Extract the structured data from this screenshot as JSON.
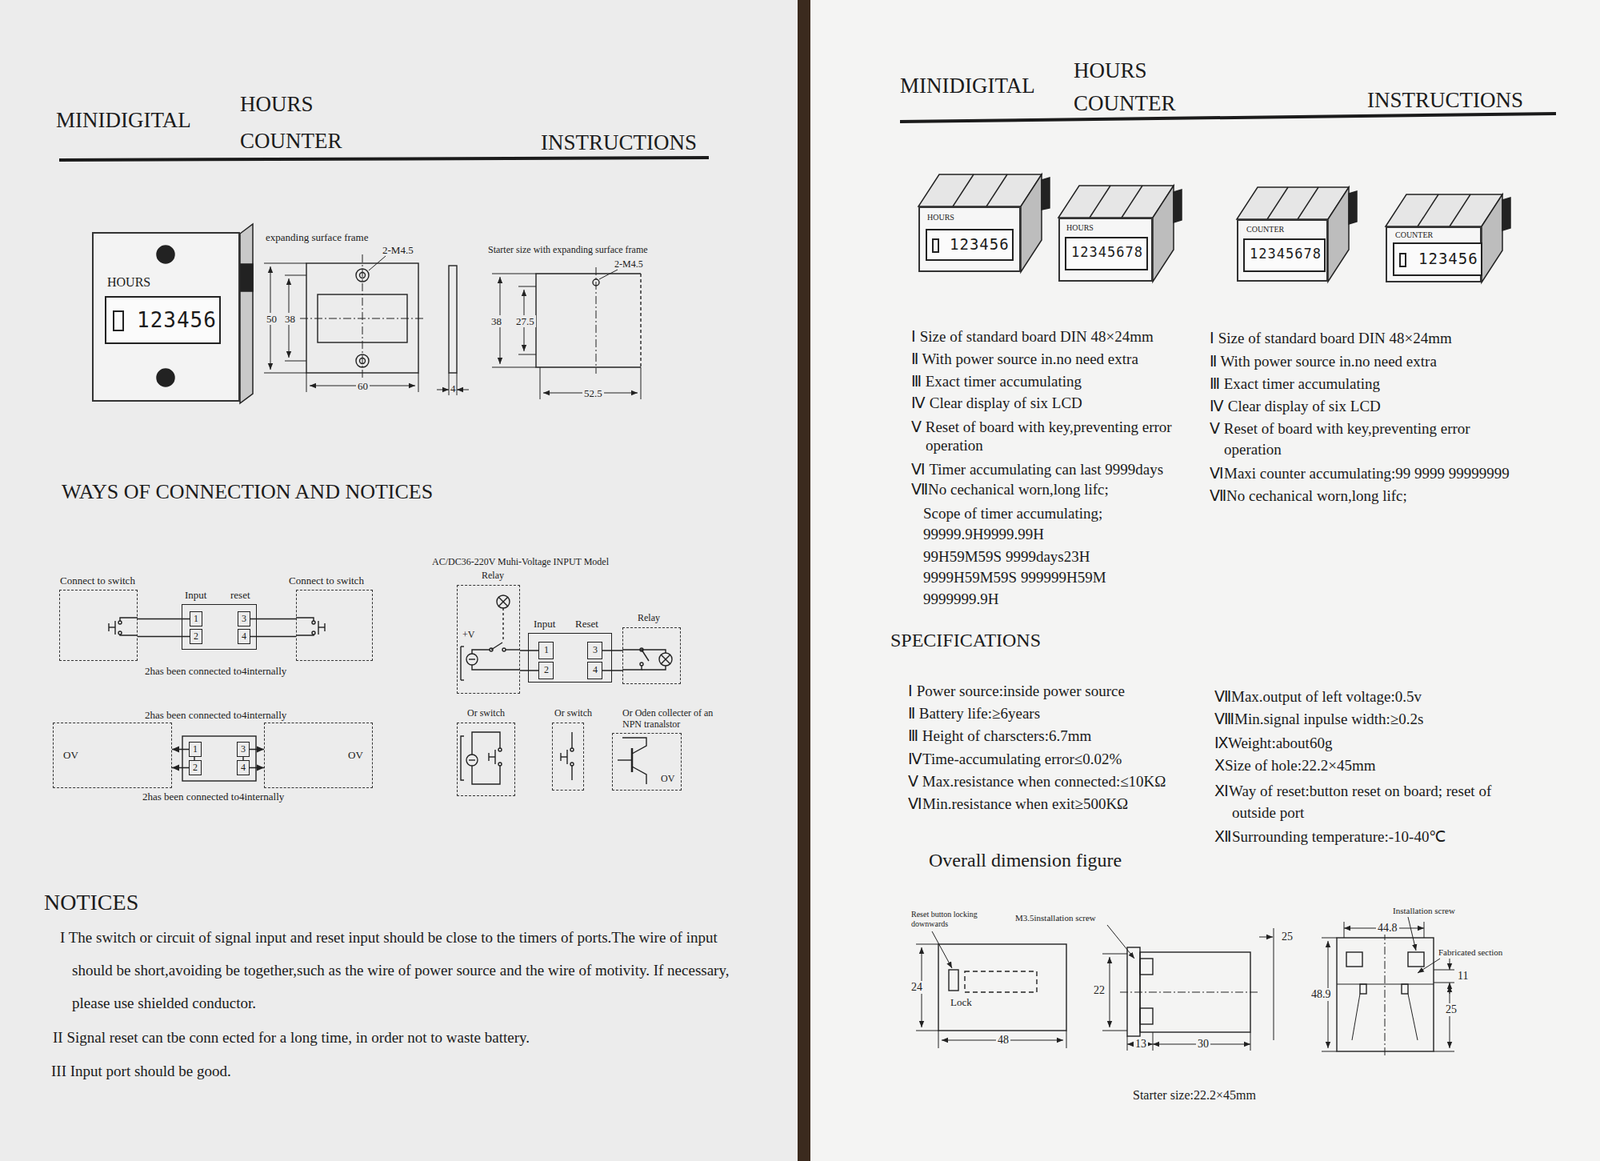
{
  "diagram": {
    "nodes": [
      {
        "text": [
          "HOURS"
        ]
      },
      {
        "text": [
          "123456"
        ],
        "in": 0
      },
      {
        "text": [
          "Connect to switch"
        ]
      },
      {
        "text": [
          "Input",
          "reset"
        ]
      },
      {
        "text": [
          "1"
        ],
        "in": 3
      },
      {
        "text": [
          "2"
        ],
        "in": 3
      },
      {
        "text": [
          "3"
        ],
        "in": 3
      },
      {
        "text": [
          "4"
        ],
        "in": 3
      },
      {
        "text": [
          "Connect to switch"
        ]
      },
      {
        "text": [
          "Relay",
          "+V"
        ]
      },
      {
        "text": [
          "Input",
          "Reset"
        ]
      },
      {
        "text": [
          "1"
        ],
        "in": 10
      },
      {
        "text": [
          "2"
        ],
        "in": 10
      },
      {
        "text": [
          "3"
        ],
        "in": 10
      },
      {
        "text": [
          "4"
        ],
        "in": 10
      },
      {
        "text": [
          "Relay"
        ]
      },
      {
        "text": [
          "OV"
        ]
      },
      {
        "text": [
          "1"
        ]
      },
      {
        "text": [
          "2"
        ]
      },
      {
        "text": [
          "3"
        ]
      },
      {
        "text": [
          "4"
        ]
      },
      {
        "text": [
          "OV"
        ]
      },
      {
        "text": [
          "Or switch"
        ]
      },
      {
        "text": [
          "Or switch"
        ]
      },
      {
        "text": [
          "Or Oden collecter of an NPN tranalstor",
          "OV"
        ]
      },
      {
        "text": [
          "HOURS"
        ]
      },
      {
        "text": [
          "123456"
        ],
        "in": 25
      },
      {
        "text": [
          "HOURS"
        ]
      },
      {
        "text": [
          "12345678"
        ],
        "in": 27
      },
      {
        "text": [
          "COUNTER"
        ]
      },
      {
        "text": [
          "12345678"
        ],
        "in": 29
      },
      {
        "text": [
          "COUNTER"
        ]
      },
      {
        "text": [
          "123456"
        ],
        "in": 31
      }
    ],
    "edges": [
      {
        "from": 2,
        "to": 4,
        "arrow": "none"
      },
      {
        "from": 2,
        "to": 5,
        "arrow": "none"
      },
      {
        "from": 8,
        "to": 6,
        "arrow": "none"
      },
      {
        "from": 8,
        "to": 7,
        "arrow": "none"
      },
      {
        "from": 9,
        "to": 11,
        "arrow": "none"
      },
      {
        "from": 9,
        "to": 12,
        "arrow": "none"
      },
      {
        "from": 15,
        "to": 13,
        "arrow": "none"
      },
      {
        "from": 15,
        "to": 14,
        "arrow": "none"
      },
      {
        "from": 17,
        "to": 16,
        "arrow": "to"
      },
      {
        "from": 18,
        "to": 16,
        "arrow": "to"
      },
      {
        "from": 19,
        "to": 21,
        "arrow": "to"
      },
      {
        "from": 20,
        "to": 21,
        "arrow": "to"
      }
    ],
    "labels": [
      "MINIDIGITAL",
      "HOURS",
      "COUNTER",
      "INSTRUCTIONS",
      "expanding surface frame",
      "2-M4.5",
      "50",
      "38",
      "60",
      "4",
      "Starter size with expanding surface frame",
      "2-M4.5",
      "38",
      "27.5",
      "52.5",
      "WAYS OF CONNECTION AND NOTICES",
      "2has been connected to4internally",
      "AC/DC36-220V Muhi-Voltage INPUT Model",
      "2has been connected to4internally",
      "2has been connected to4internally",
      "NOTICES",
      "I The switch or circuit of signal input and reset input should be close to the timers of ports.The wire of input should be short,avoiding be together,such as the wire of power source and the wire of motivity. If necessary, please use shielded conductor.",
      "II Signal reset can tbe conn ected for a long time, in order not to waste battery.",
      "III Input port should be good.",
      "MINIDIGITAL",
      "HOURS",
      "COUNTER",
      "INSTRUCTIONS",
      "Ⅰ Size of standard board DIN 48×24mm",
      "Ⅱ With power source in.no need extra",
      "Ⅲ Exact timer accumulating",
      "Ⅳ Clear display of six LCD",
      "Ⅴ Reset of board with key,preventing error operation",
      "Ⅵ Timer accumulating can last 9999days",
      "ⅦNo cechanical worn,long lifc;",
      "Scope of timer accumulating;",
      "99999.9H9999.99H",
      "99H59M59S 9999days23H",
      "9999H59M59S 999999H59M",
      "9999999.9H",
      "Ⅰ Size of standard board DIN 48×24mm",
      "Ⅱ With power source in.no need extra",
      "Ⅲ Exact timer accumulating",
      "Ⅳ Clear display of six LCD",
      "Ⅴ Reset of board with key,preventing error operation",
      "ⅥMaxi counter accumulating:99 9999 99999999",
      "ⅦNo cechanical worn,long lifc;",
      "SPECIFICATIONS",
      "Ⅰ Power source:inside power source",
      "Ⅱ Battery life:≥6years",
      "Ⅲ Height of charscters:6.7mm",
      "ⅣTime-accumulating error≤0.02%",
      "Ⅴ Max.resistance when connected:≤10KΩ",
      "ⅥMin.resistance when exit≥500KΩ",
      "ⅦMax.output of left voltage:0.5v",
      "ⅧMin.signal inpulse width:≥0.2s",
      "ⅨWeight:about60g",
      "ⅩSize of hole:22.2×45mm",
      "ⅪWay of reset:button reset on board; reset of outside port",
      "ⅫSurrounding temperature:-10-40℃",
      "Overall dimension figure",
      "Reset button locking downwards",
      "M3.5installation screw",
      "24",
      "Lock",
      "48",
      "22",
      "13",
      "30",
      "25",
      "Installation screw",
      "44.8",
      "Fabricated section",
      "48.9",
      "11",
      "25",
      "Starter size:22.2×45mm"
    ]
  }
}
